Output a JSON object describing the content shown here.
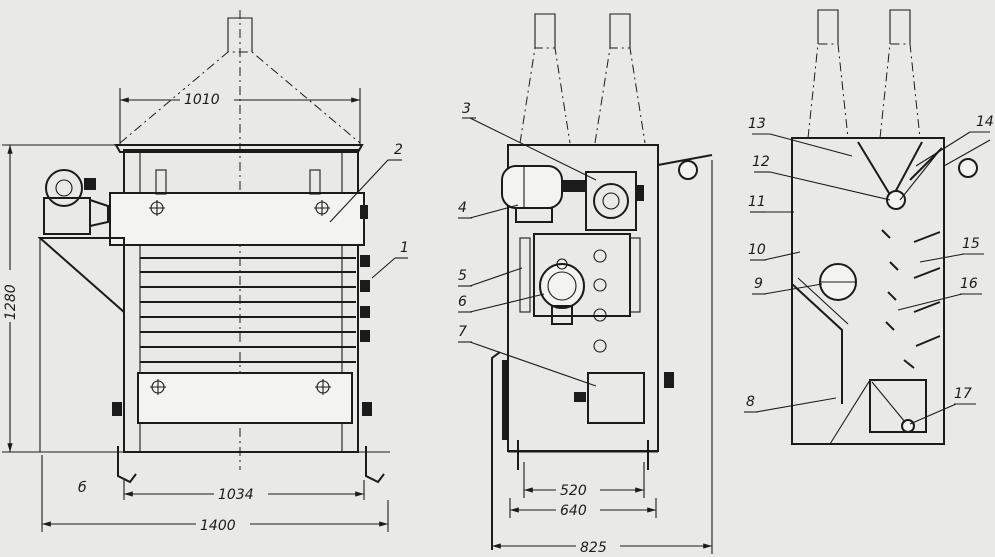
{
  "dimensions": {
    "width_top": "1010",
    "height": "1280",
    "base_inner": "1034",
    "overall_width": "1400",
    "side_inner": "520",
    "side_mid": "640",
    "side_overall": "825"
  },
  "callouts": [
    "1",
    "2",
    "3",
    "4",
    "5",
    "6",
    "7",
    "8",
    "9",
    "10",
    "11",
    "12",
    "13",
    "14",
    "15",
    "16",
    "17"
  ],
  "corner_mark": "б"
}
